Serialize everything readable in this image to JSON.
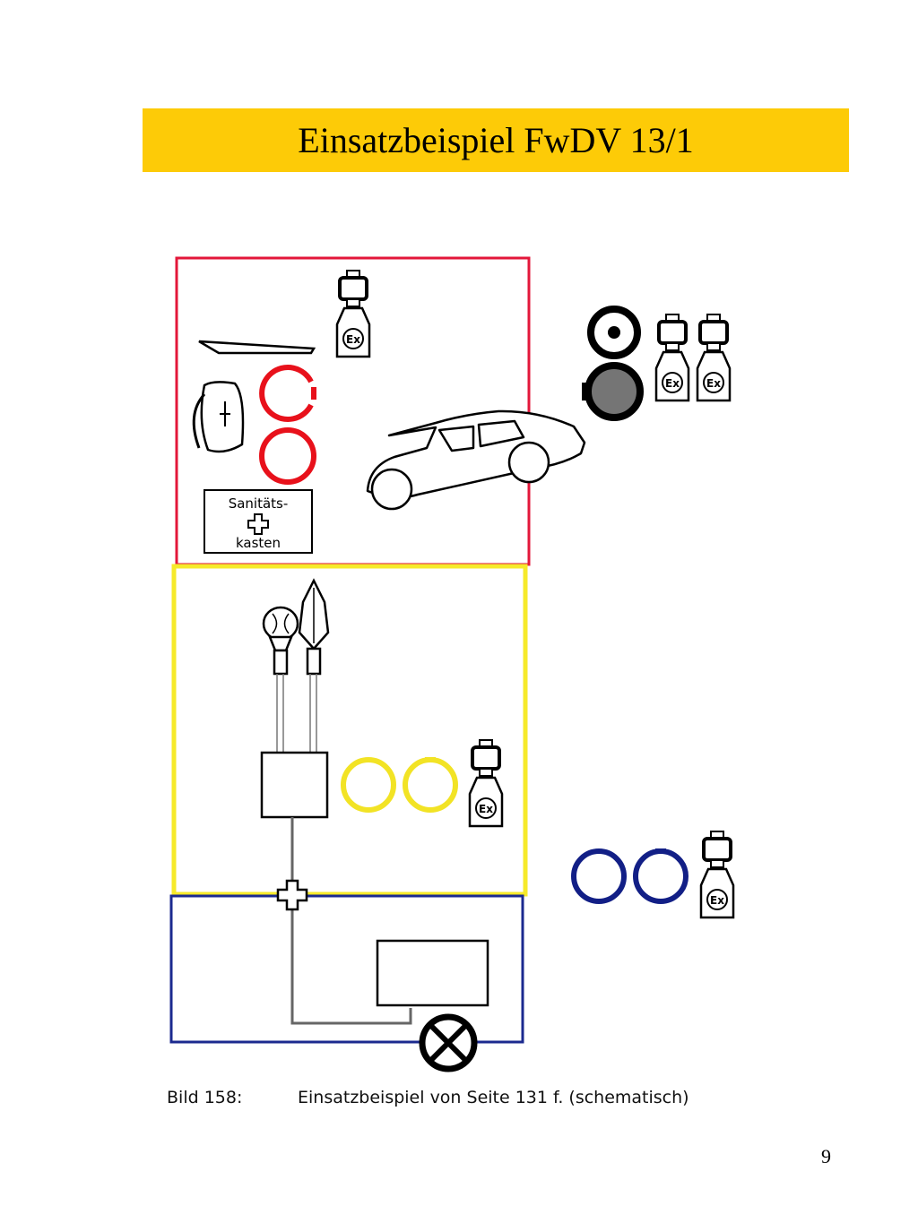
{
  "header": {
    "title": "Einsatzbeispiel FwDV 13/1"
  },
  "diagram": {
    "first_aid_box": {
      "line1": "Sanitäts-",
      "line2": "kasten"
    },
    "ex_label": "Ex",
    "colors": {
      "title_bar": "#fdcb07",
      "section_red": "#e3173a",
      "section_yellow": "#f6ea2a",
      "section_blue": "#1b2a8f",
      "hose_red": "#e8111b",
      "hose_yellow": "#f2e325",
      "hose_blue": "#121f86"
    }
  },
  "caption": {
    "label": "Bild 158:",
    "text": "Einsatzbeispiel von Seite 131 f. (schematisch)"
  },
  "page": {
    "number": "9"
  }
}
